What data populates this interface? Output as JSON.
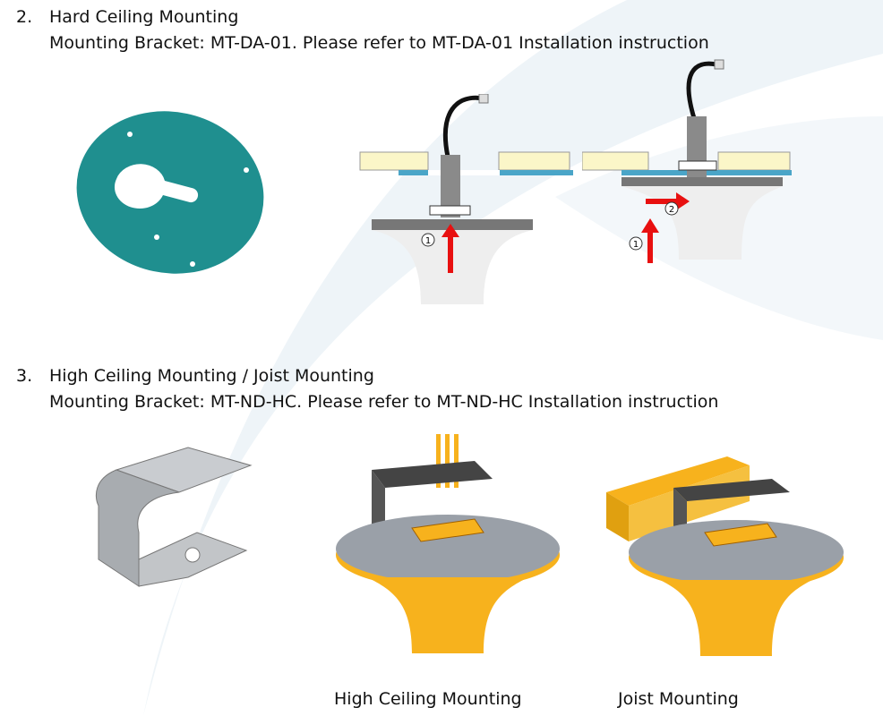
{
  "sections": [
    {
      "number": "2.",
      "title": "Hard Ceiling Mounting",
      "bracket_line": "Mounting Bracket: MT-DA-01. Please refer to MT-DA-01 Installation instruction",
      "step_labels": [
        "1",
        "2"
      ]
    },
    {
      "number": "3.",
      "title": "High Ceiling Mounting / Joist Mounting",
      "bracket_line": "Mounting Bracket: MT-ND-HC. Please refer to MT-ND-HC Installation instruction",
      "captions": [
        "High Ceiling Mounting",
        "Joist Mounting"
      ]
    }
  ],
  "colors": {
    "teal": "#1f8f8f",
    "arrow": "#e81010",
    "orange": "#f7b21d",
    "ceiling": "#fbf6c8",
    "panel": "#4aa5c8"
  }
}
